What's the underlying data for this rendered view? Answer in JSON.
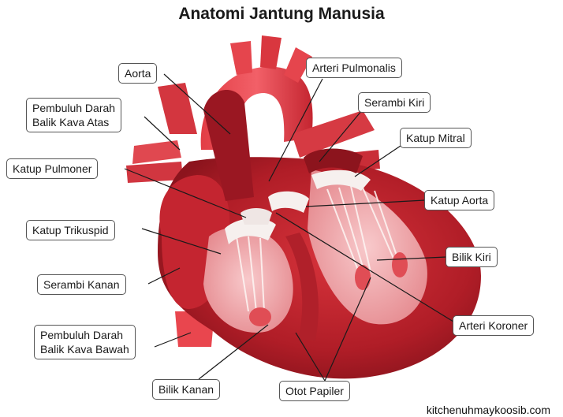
{
  "title": "Anatomi Jantung Manusia",
  "labels": {
    "aorta": "Aorta",
    "arteri_pulmonalis": "Arteri Pulmonalis",
    "pembuluh_kava_atas_1": "Pembuluh Darah",
    "pembuluh_kava_atas_2": "Balik Kava Atas",
    "serambi_kiri": "Serambi Kiri",
    "katup_mitral": "Katup Mitral",
    "katup_pulmoner": "Katup Pulmoner",
    "katup_aorta": "Katup Aorta",
    "katup_trikuspid": "Katup Trikuspid",
    "bilik_kiri": "Bilik Kiri",
    "serambi_kanan": "Serambi Kanan",
    "arteri_koroner": "Arteri Koroner",
    "pembuluh_kava_bawah_1": "Pembuluh Darah",
    "pembuluh_kava_bawah_2": "Balik Kava Bawah",
    "bilik_kanan": "Bilik Kanan",
    "otot_papiler": "Otot Papiler"
  },
  "watermark": "kitchenuhmaykoosib.com",
  "colors": {
    "heart_dark": "#9a1722",
    "heart_mid": "#c22a33",
    "heart_light": "#e04a52",
    "interior": "#f3b7b9",
    "valve": "#f6f0ee",
    "leader": "#1a1a1a"
  }
}
